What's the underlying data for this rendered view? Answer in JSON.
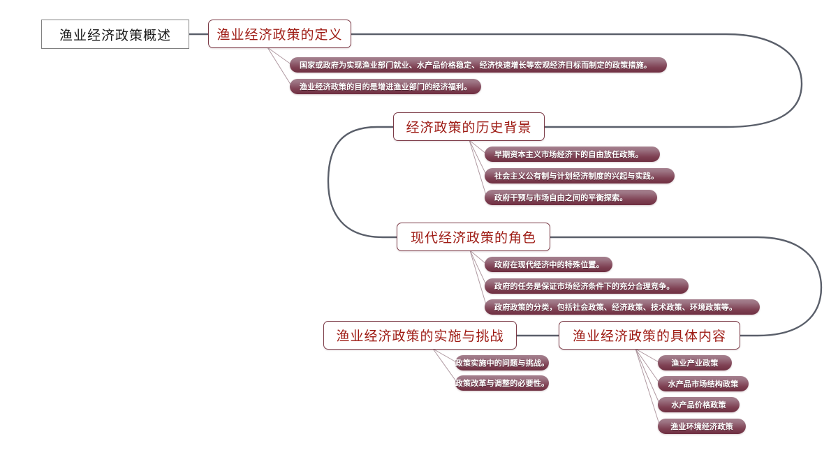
{
  "diagram": {
    "type": "mindmap",
    "title": "渔业经济政策概述",
    "colors": {
      "root_border": "#808080",
      "root_text": "#1a1a1a",
      "branch_border": "#7c3b47",
      "branch_text": "#9e1b14",
      "leaf_fill_top": "#a5808e",
      "leaf_fill_bottom": "#6e2f41",
      "leaf_text": "#ffffff",
      "connector": "#5a5f6a",
      "leaf_connector": "#b09aa2",
      "background": "#ffffff"
    }
  },
  "root": {
    "label": "渔业经济政策概述"
  },
  "branches": [
    {
      "id": "definition",
      "label": "渔业经济政策的定义",
      "leaves": [
        {
          "label": "国家或政府为实现渔业部门就业、水产品价格稳定、经济快速增长等宏观经济目标而制定的政策措施。"
        },
        {
          "label": "渔业经济政策的目的是增进渔业部门的经济福利。"
        }
      ]
    },
    {
      "id": "history",
      "label": "经济政策的历史背景",
      "leaves": [
        {
          "label": "早期资本主义市场经济下的自由放任政策。"
        },
        {
          "label": "社会主义公有制与计划经济制度的兴起与实践。"
        },
        {
          "label": "政府干预与市场自由之间的平衡探索。"
        }
      ]
    },
    {
      "id": "modern-role",
      "label": "现代经济政策的角色",
      "leaves": [
        {
          "label": "政府在现代经济中的特殊位置。"
        },
        {
          "label": "政府的任务是保证市场经济条件下的充分合理竞争。"
        },
        {
          "label": "政府政策的分类，包括社会政策、经济政策、技术政策、环境政策等。"
        }
      ]
    },
    {
      "id": "implementation",
      "label": "渔业经济政策的实施与挑战",
      "leaves": [
        {
          "label": "政策实施中的问题与挑战。"
        },
        {
          "label": "政策改革与调整的必要性。"
        }
      ]
    },
    {
      "id": "contents",
      "label": "渔业经济政策的具体内容",
      "leaves": [
        {
          "label": "渔业产业政策"
        },
        {
          "label": "水产品市场结构政策"
        },
        {
          "label": "水产品价格政策"
        },
        {
          "label": "渔业环境经济政策"
        }
      ]
    }
  ]
}
